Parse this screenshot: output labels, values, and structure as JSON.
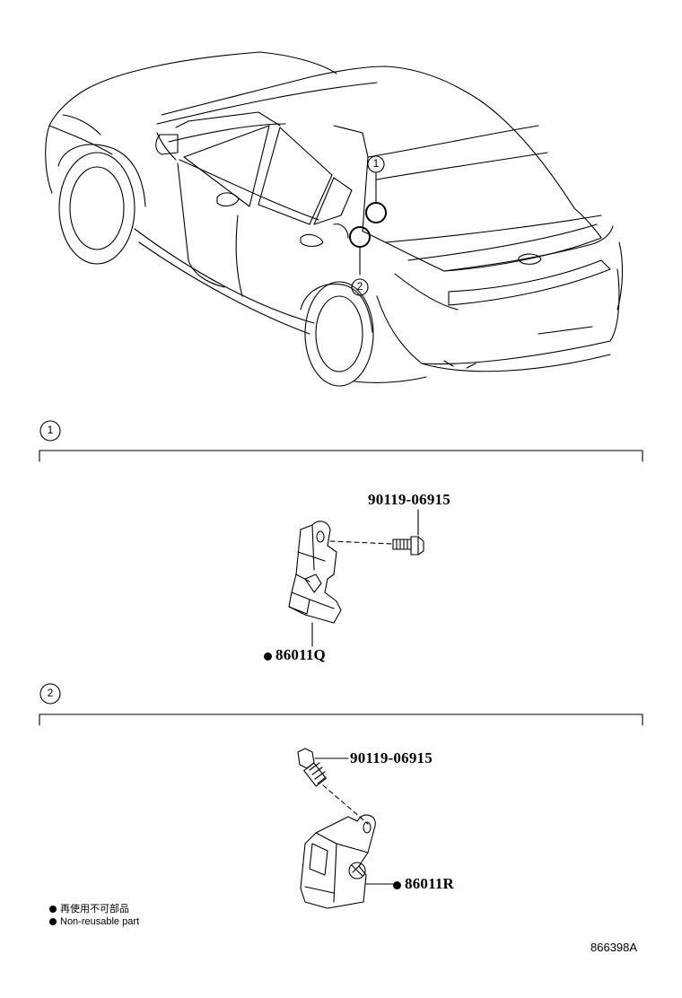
{
  "callouts": [
    {
      "number": "1"
    },
    {
      "number": "2"
    }
  ],
  "section1": {
    "number": "1",
    "bolt_part": "90119-06915",
    "sensor_part": "86011Q"
  },
  "section2": {
    "number": "2",
    "bolt_part": "90119-06915",
    "sensor_part": "86011R"
  },
  "legend": {
    "line1": "再使用不可部品",
    "line2": "Non-reusable part"
  },
  "diagram_code": "866398A"
}
